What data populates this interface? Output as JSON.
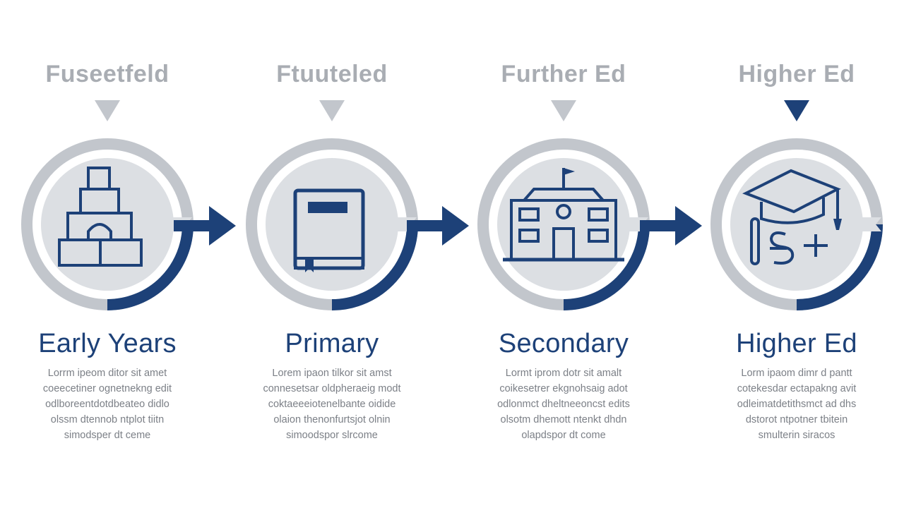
{
  "colors": {
    "navy": "#1d4178",
    "ring_gray": "#c2c6cc",
    "fill_gray": "#dcdfe3",
    "label_gray": "#a9adb3",
    "text_gray": "#7c8087"
  },
  "stages": [
    {
      "top_label": "Fuseetfeld",
      "title": "Early Years",
      "icon": "stacked-blocks-icon",
      "pointer_color": "#c2c6cc",
      "description": "Lorrm ipeom ditor sit amet\ncoeecetiner ognetnekng edit\nodlboreentdotdbeateo didlo\nolssm dtennob ntplot tiitn\nsimodsper dt ceme"
    },
    {
      "top_label": "Ftuuteled",
      "title": "Primary",
      "icon": "book-icon",
      "pointer_color": "#c2c6cc",
      "description": "Lorem ipaon tilkor sit amst\nconnesetsar oldpheraeig modt\ncoktaeeeiotenelbante oidide\nolaion thenonfurtsjot olnin\nsimoodspor slrcome"
    },
    {
      "top_label": "Further Ed",
      "title": "Secondary",
      "icon": "school-building-icon",
      "pointer_color": "#c2c6cc",
      "description": "Lormt iprom dotr sit amalt\ncoikesetrer ekgnohsaig adot\nodlonmct dheltneeoncst edits\nolsotm dhemott ntenkt dhdn\nolapdspor dt come"
    },
    {
      "top_label": "Higher Ed",
      "title": "Higher Ed",
      "icon": "graduation-cap-icon",
      "pointer_color": "#1d4178",
      "description": "Lorm ipaom dimr d pantt\ncotekesdar ectapakng avit\nodleimatdetithsmct ad dhs\ndstorot ntpotner tbitein\nsmulterin siracos"
    }
  ]
}
